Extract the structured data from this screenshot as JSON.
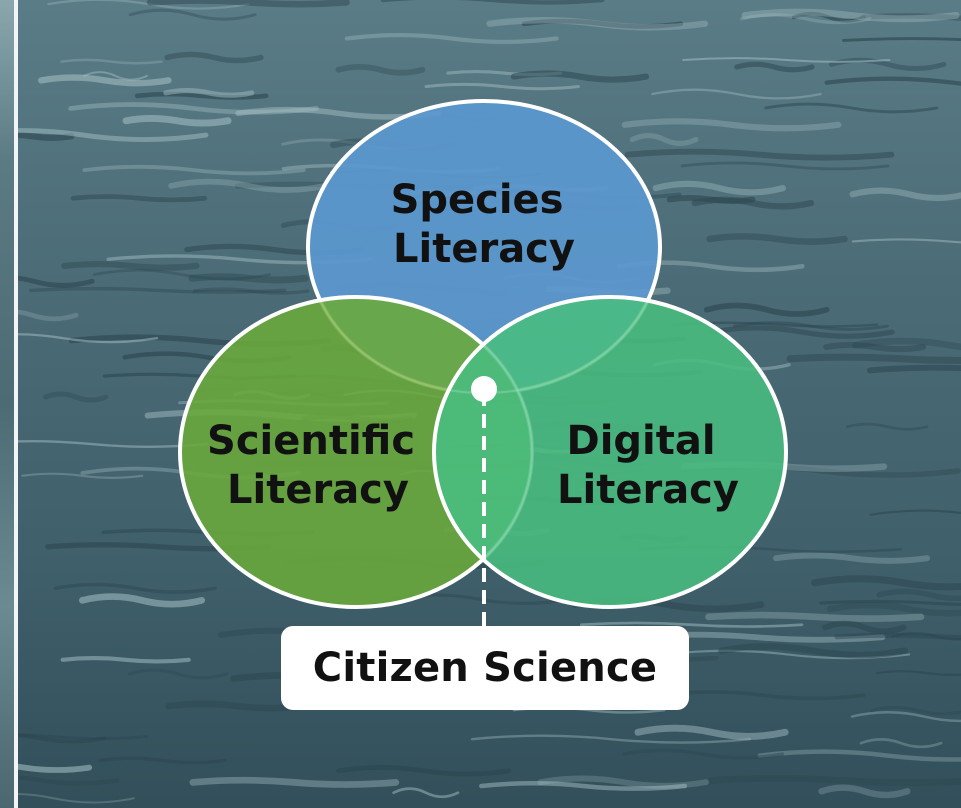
{
  "diagram": {
    "type": "venn",
    "sets": [
      {
        "id": "species",
        "lines": [
          "Species",
          "Literacy"
        ],
        "color": "#5b98cf"
      },
      {
        "id": "scientific",
        "lines": [
          "Scientific",
          "Literacy"
        ],
        "color": "#6aaa3a"
      },
      {
        "id": "digital",
        "lines": [
          "Digital",
          "Literacy"
        ],
        "color": "#49bd80"
      }
    ],
    "intersection_label": "Citizen Science"
  },
  "colors": {
    "circle_stroke": "#ffffff",
    "label_background": "#ffffff",
    "text": "#111111"
  }
}
